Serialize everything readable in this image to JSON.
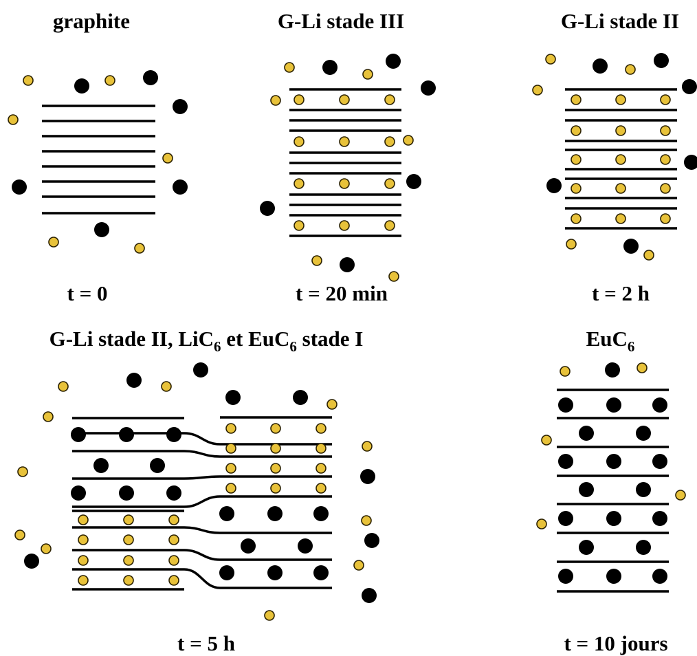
{
  "colors": {
    "lithium": "#e8c23a",
    "europium": "#000000",
    "graphene_layer": "#000000",
    "background": "#ffffff"
  },
  "panels": [
    {
      "id": "graphite",
      "title": "graphite",
      "time": "t = 0"
    },
    {
      "id": "stade3",
      "title": "G-Li stade III",
      "time": "t = 20 min"
    },
    {
      "id": "stade2",
      "title": "G-Li stade II",
      "time": "t = 2 h"
    },
    {
      "id": "mixed",
      "title_parts": [
        "G-Li stade II, LiC",
        "6",
        " et EuC",
        "6",
        " stade I"
      ],
      "time": "t = 5 h"
    },
    {
      "id": "euc6",
      "title_parts": [
        "EuC",
        "6"
      ],
      "time": "t = 10 jours"
    }
  ]
}
